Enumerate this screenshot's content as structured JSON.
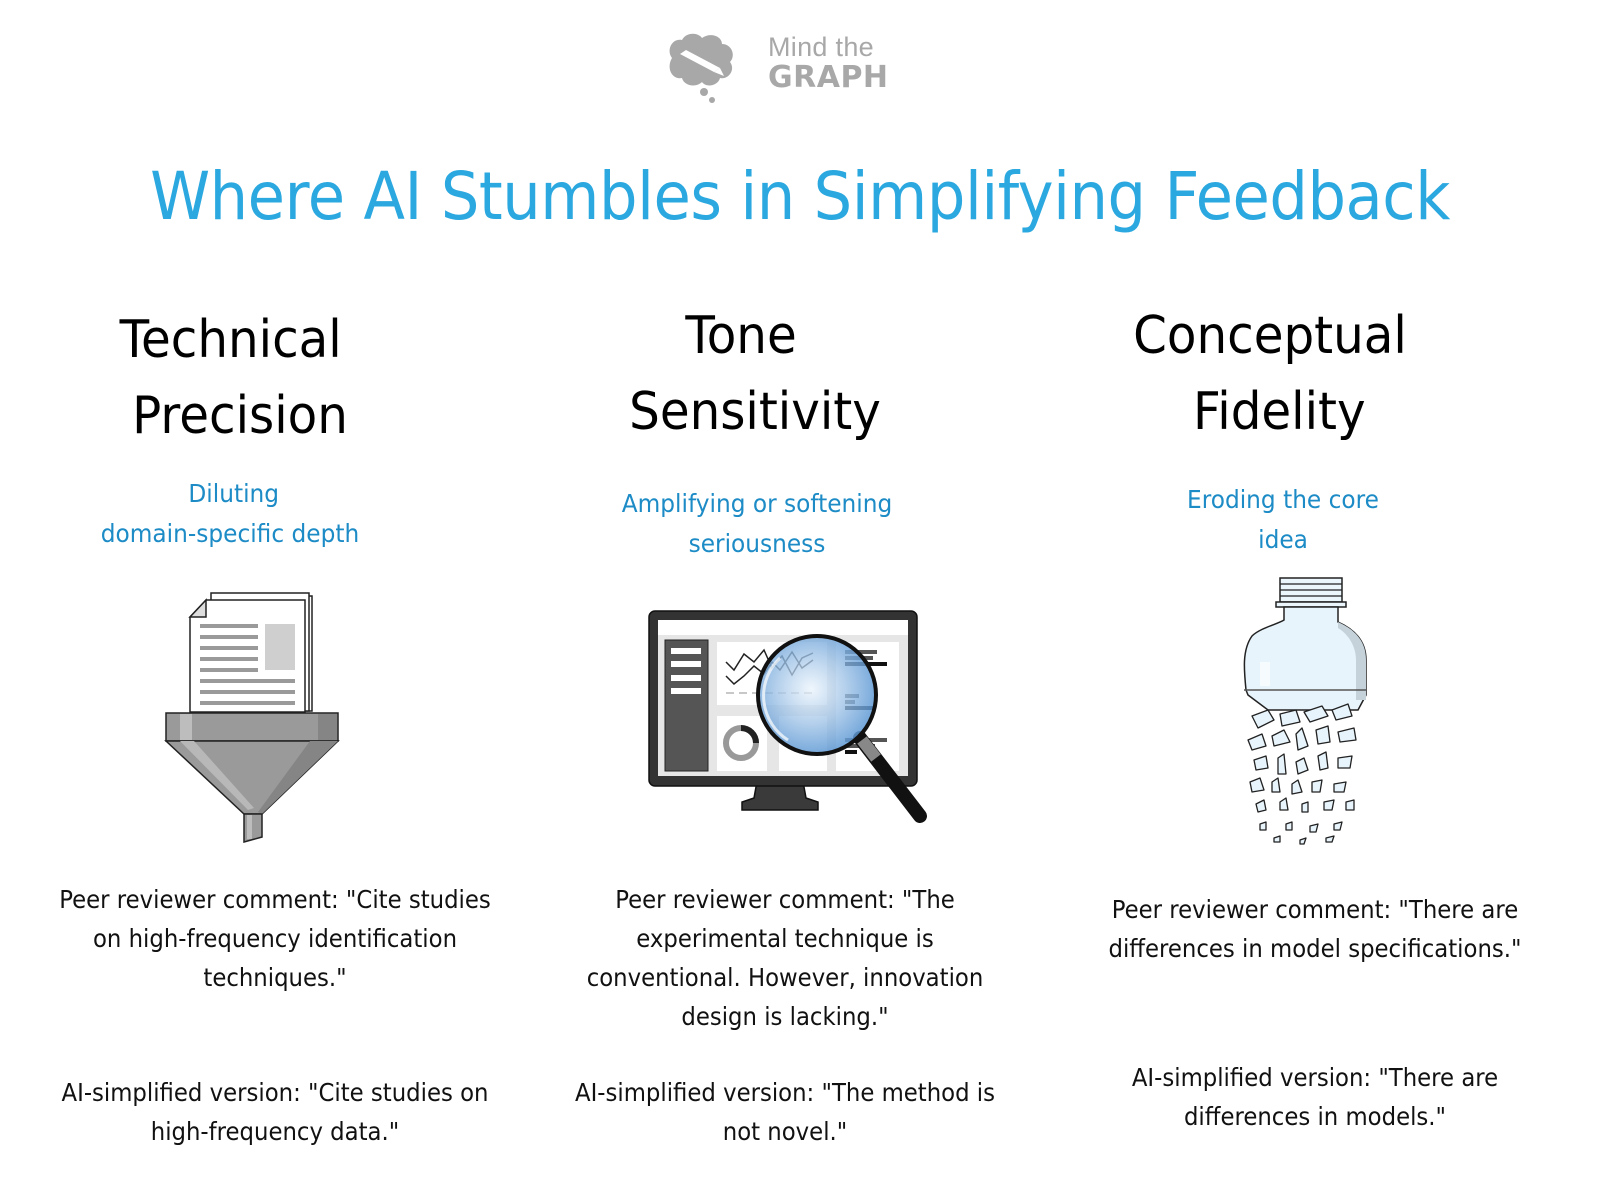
{
  "logo": {
    "line1": "Mind the",
    "line2": "GRAPH",
    "icon": "brain-pencil-icon"
  },
  "title": "Where AI Stumbles in Simplifying Feedback",
  "colors": {
    "title": "#2ba8df",
    "subtitle": "#1c8bc6",
    "heading": "#000000",
    "body": "#111111",
    "logo": "#a8a8a8"
  },
  "columns": [
    {
      "heading": [
        "Technical",
        "Precision"
      ],
      "subtitle": [
        "Diluting",
        "domain-specific depth"
      ],
      "icon": "document-funnel-icon",
      "comment": [
        "Peer reviewer comment: \"Cite studies",
        "on high-frequency identification",
        "techniques.\""
      ],
      "simplified": [
        "AI-simplified version: \"Cite studies on",
        "high-frequency data.\""
      ]
    },
    {
      "heading": [
        "Tone",
        "Sensitivity"
      ],
      "subtitle": [
        "Amplifying or softening",
        "seriousness"
      ],
      "icon": "monitor-magnifier-icon",
      "comment": [
        "Peer reviewer comment: \"The",
        "experimental technique is",
        "conventional. However, innovation",
        "design is lacking.\""
      ],
      "simplified": [
        "AI-simplified version: \"The method is",
        "not novel.\""
      ]
    },
    {
      "heading": [
        "Conceptual",
        "Fidelity"
      ],
      "subtitle": [
        "Eroding the core",
        "idea"
      ],
      "icon": "crumbling-bottle-icon",
      "comment": [
        "Peer reviewer comment: \"There are",
        "differences in model specifications.\""
      ],
      "simplified": [
        "AI-simplified version: \"There are",
        "differences in models.\""
      ]
    }
  ]
}
